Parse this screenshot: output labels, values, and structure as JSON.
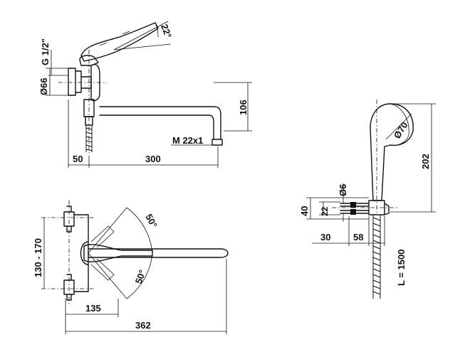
{
  "dimensions": {
    "thread_g": "G 1/2\"",
    "angle_22": "22°",
    "dia_66": "Ø66",
    "height_106": "106",
    "thread_m": "M 22x1",
    "len_50": "50",
    "len_300": "300",
    "range_130_170": "130 - 170",
    "angle_50_top": "50°",
    "angle_50_bottom": "50°",
    "len_135": "135",
    "len_362": "362",
    "dia_70": "Ø70",
    "height_202": "202",
    "dia_6": "Ø6",
    "height_40": "40",
    "height_22": "22",
    "len_30": "30",
    "len_58": "58",
    "hose_length": "L = 1500"
  }
}
